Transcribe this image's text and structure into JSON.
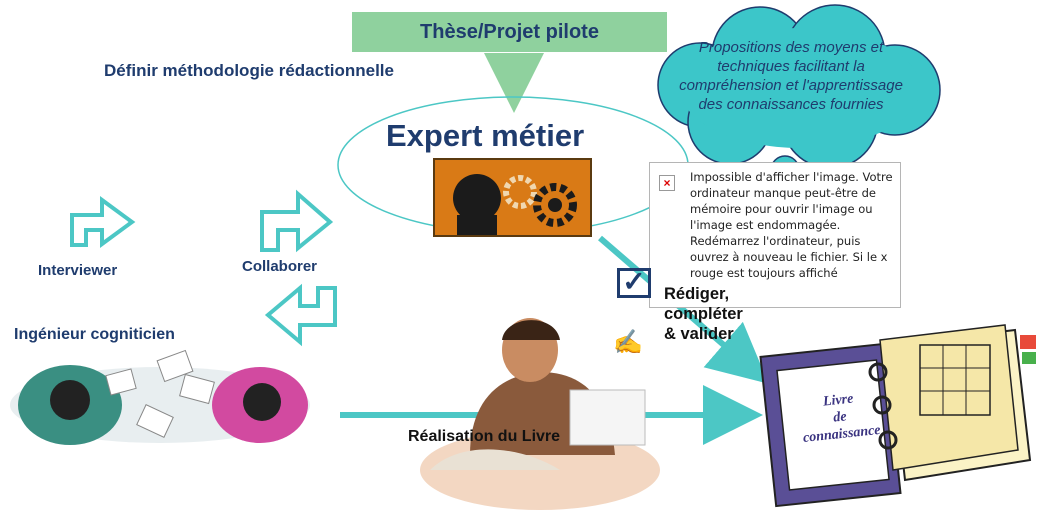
{
  "top_box": {
    "label": "Thèse/Projet pilote"
  },
  "methodology_label": "Définir méthodologie rédactionnelle",
  "cloud": {
    "text": "Propositions des moyens et techniques facilitant la compréhension et l'apprentissage des connaissances fournies"
  },
  "expert": {
    "title": "Expert métier"
  },
  "broken_image": {
    "message": "Impossible d'afficher l'image. Votre ordinateur manque peut-être de mémoire pour ouvrir l'image ou l'image est endommagée. Redémarrez l'ordinateur, puis ouvrez à nouveau le fichier. Si le x rouge est toujours affiché"
  },
  "action_label": "Rédiger,\ncompléter\n& valider",
  "labels": {
    "interviewer": "Interviewer",
    "collaborer": "Collaborer",
    "ingenieur": "Ingénieur cogniticien",
    "realisation": "Réalisation du Livre"
  },
  "book": {
    "line1": "Livre",
    "line2": "de",
    "line3": "connaissance"
  },
  "colors": {
    "arrow": "#4cc7c5",
    "cloud": "#3cc6c9",
    "title_blue": "#1f3c6e",
    "top_box": "#8fd19e"
  }
}
